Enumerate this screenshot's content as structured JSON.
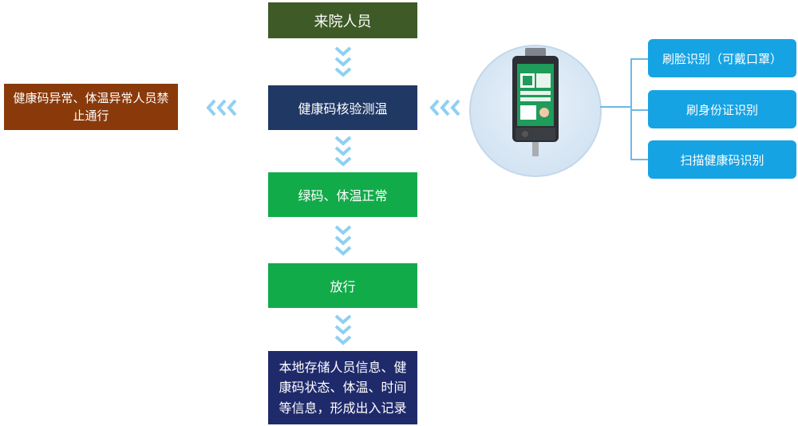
{
  "flow": {
    "arrive": "来院人员",
    "check": "健康码核验测温",
    "green": "绿码、体温正常",
    "pass": "放行",
    "store": "本地存储人员信息、健康码状态、体温、时间等信息，形成出入记录"
  },
  "deny": "健康码异常、体温异常人员禁止通行",
  "methods": [
    "刷脸识别（可戴口罩）",
    "刷身份证识别",
    "扫描健康码识别"
  ],
  "colors": {
    "arrive": "#3e5b27",
    "check": "#203864",
    "green": "#12ab4a",
    "store": "#1f2a6b",
    "deny": "#8a3a0a",
    "method": "#16a3e4",
    "chevron": "#8fd0f2"
  }
}
